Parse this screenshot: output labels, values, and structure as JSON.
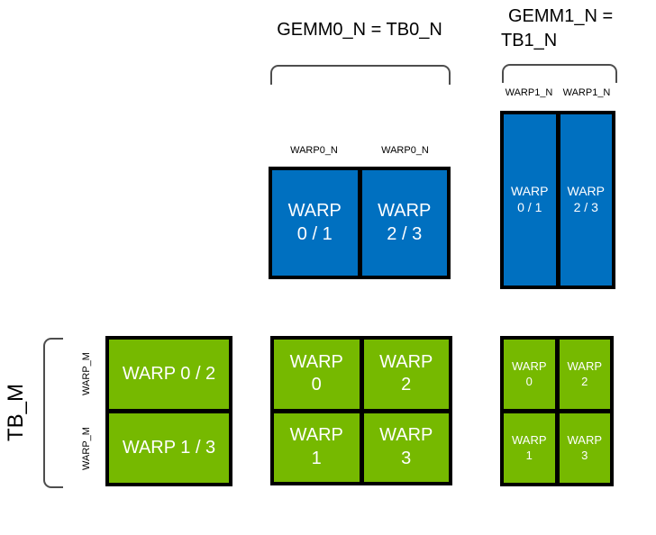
{
  "colors": {
    "blue": "#0070C0",
    "green": "#76B900",
    "border": "#000000",
    "bracket": "#4d4d4d",
    "label_text": "#000000",
    "cell_text": "#ffffff"
  },
  "gemm0": {
    "title": "GEMM0_N = TB0_N"
  },
  "gemm1": {
    "title_line1": "GEMM1_N =",
    "title_line2": "TB1_N"
  },
  "b0": {
    "col_labels": [
      "WARP0_N",
      "WARP0_N"
    ],
    "cells": [
      "WARP\n0 / 1",
      "WARP\n2 / 3"
    ]
  },
  "b1": {
    "col_labels": [
      "WARP1_N",
      "WARP1_N"
    ],
    "cells": [
      "WARP\n0 / 1",
      "WARP\n2 / 3"
    ]
  },
  "a": {
    "axis_label": "TB_M",
    "row_labels": [
      "WARP_M",
      "WARP_M"
    ],
    "cells": [
      "WARP 0 / 2",
      "WARP 1 / 3"
    ]
  },
  "c0": {
    "cells": [
      "WARP\n0",
      "WARP\n2",
      "WARP\n1",
      "WARP\n3"
    ]
  },
  "c1": {
    "cells": [
      "WARP\n0",
      "WARP\n2",
      "WARP\n1",
      "WARP\n3"
    ]
  }
}
